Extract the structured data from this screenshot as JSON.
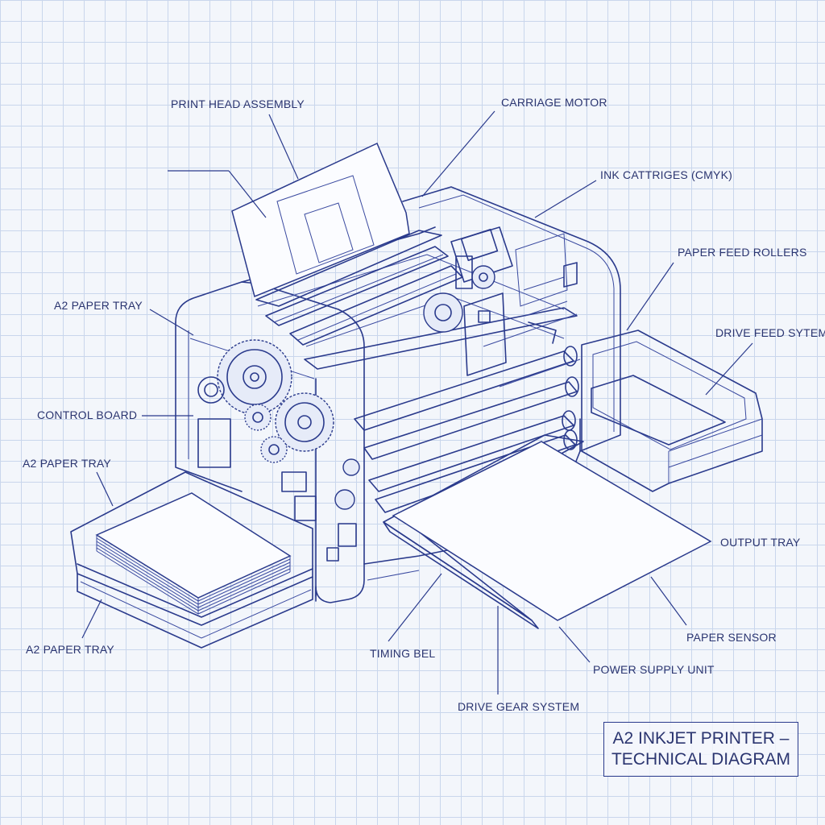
{
  "title": {
    "line1": "A2 INKJET PRINTER –",
    "line2": "TECHNICAL DIAGRAM"
  },
  "labels": {
    "print_head_assembly": "PRINT HEAD ASSEMBLY",
    "carriage_motor": "CARRIAGE MOTOR",
    "ink_cartridges": "INK CATTRIGES (CMYK)",
    "paper_feed_rollers": "PAPER FEED ROLLERS",
    "drive_feed_system": "DRIVE FEED SYTEM",
    "a2_paper_tray_top": "A2 PAPER TRAY",
    "control_board": "CONTROL BOARD",
    "a2_paper_tray_mid": "A2 PAPER TRAY",
    "output_tray": "OUTPUT TRAY",
    "a2_paper_tray_bottom": "A2 PAPER TRAY",
    "paper_sensor": "PAPER SENSOR",
    "timing_belt": "TIMING BEL",
    "power_supply_unit": "POWER SUPPLY UNIT",
    "drive_gear_system": "DRIVE GEAR SYSTEM"
  },
  "colors": {
    "ink": "#2a3a8c",
    "grid": "#c9d6ec",
    "background": "#f3f6fb"
  }
}
